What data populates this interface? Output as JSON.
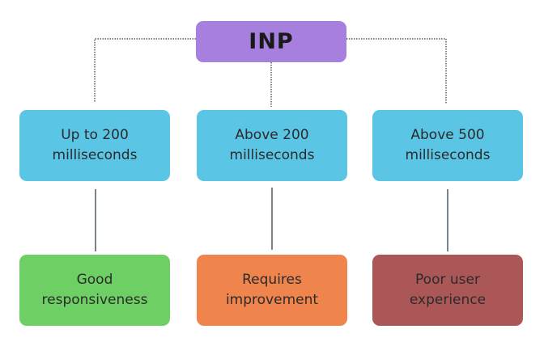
{
  "diagram": {
    "root": {
      "label": "INP",
      "color": "#a67fdf"
    },
    "thresholds": [
      {
        "label": "Up to 200\nmilliseconds",
        "color": "#5bc5e6"
      },
      {
        "label": "Above 200\nmilliseconds",
        "color": "#5bc5e6"
      },
      {
        "label": "Above 500\nmilliseconds",
        "color": "#5bc5e6"
      }
    ],
    "outcomes": [
      {
        "label": "Good\nresponsiveness",
        "color": "#6dcf64"
      },
      {
        "label": "Requires\nimprovement",
        "color": "#ef844d"
      },
      {
        "label": "Poor user\nexperience",
        "color": "#ac5757"
      }
    ],
    "connector_color": "#333333"
  }
}
